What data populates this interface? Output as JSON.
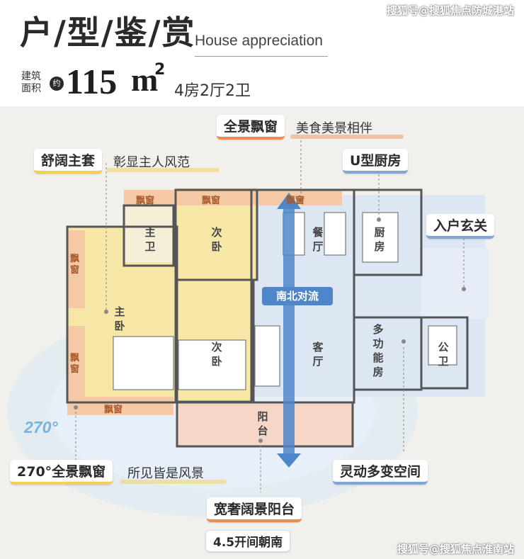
{
  "header": {
    "title": "户/型/鉴/赏",
    "title_en": "House appreciation",
    "area_label": "建筑面积",
    "area_prefix": "约",
    "area_value": "115",
    "area_unit": "m",
    "area_sup": "2",
    "layout": "4房2厅2卫"
  },
  "watermark": {
    "top": "搜狐号@搜狐焦点防城港站",
    "bottom": "搜狐号@搜狐焦点淮南站"
  },
  "callouts": {
    "panorama_window": {
      "tag": "全景飘窗",
      "desc": "美食美景相伴"
    },
    "master_suite": {
      "tag": "舒阔主套",
      "desc": "彰显主人风范"
    },
    "u_kitchen": {
      "tag": "U型厨房"
    },
    "entrance": {
      "tag": "入户玄关"
    },
    "window_270": {
      "tag_deg": "270",
      "tag": "°全景飘窗",
      "desc": "所见皆是风景"
    },
    "flex_space": {
      "tag": "灵动多变空间"
    },
    "balcony": {
      "tag": "宽奢阔景阳台"
    },
    "south": {
      "tag": "4.5开间朝南"
    }
  },
  "rooms": {
    "master_bath": "主卫",
    "bedroom2": "次卧",
    "dining": "餐厅",
    "kitchen": "厨房",
    "master_bed": "主卧",
    "bedroom3": "次卧",
    "living": "客厅",
    "multi": "多功能房",
    "public_bath": "公卫",
    "balcony": "阳台"
  },
  "window_labels": {
    "w1": "飘窗",
    "w2": "飘窗",
    "w3": "飘窗",
    "w4": "飘窗",
    "w5": "飘窗",
    "w6": "飘窗"
  },
  "flow": "南北对流",
  "angle": "270°",
  "colors": {
    "bedroom": "#f7e7a6",
    "window": "#f6c9a6",
    "living": "#dde7f3",
    "arrow": "#4e86c9",
    "wall": "#555555"
  }
}
